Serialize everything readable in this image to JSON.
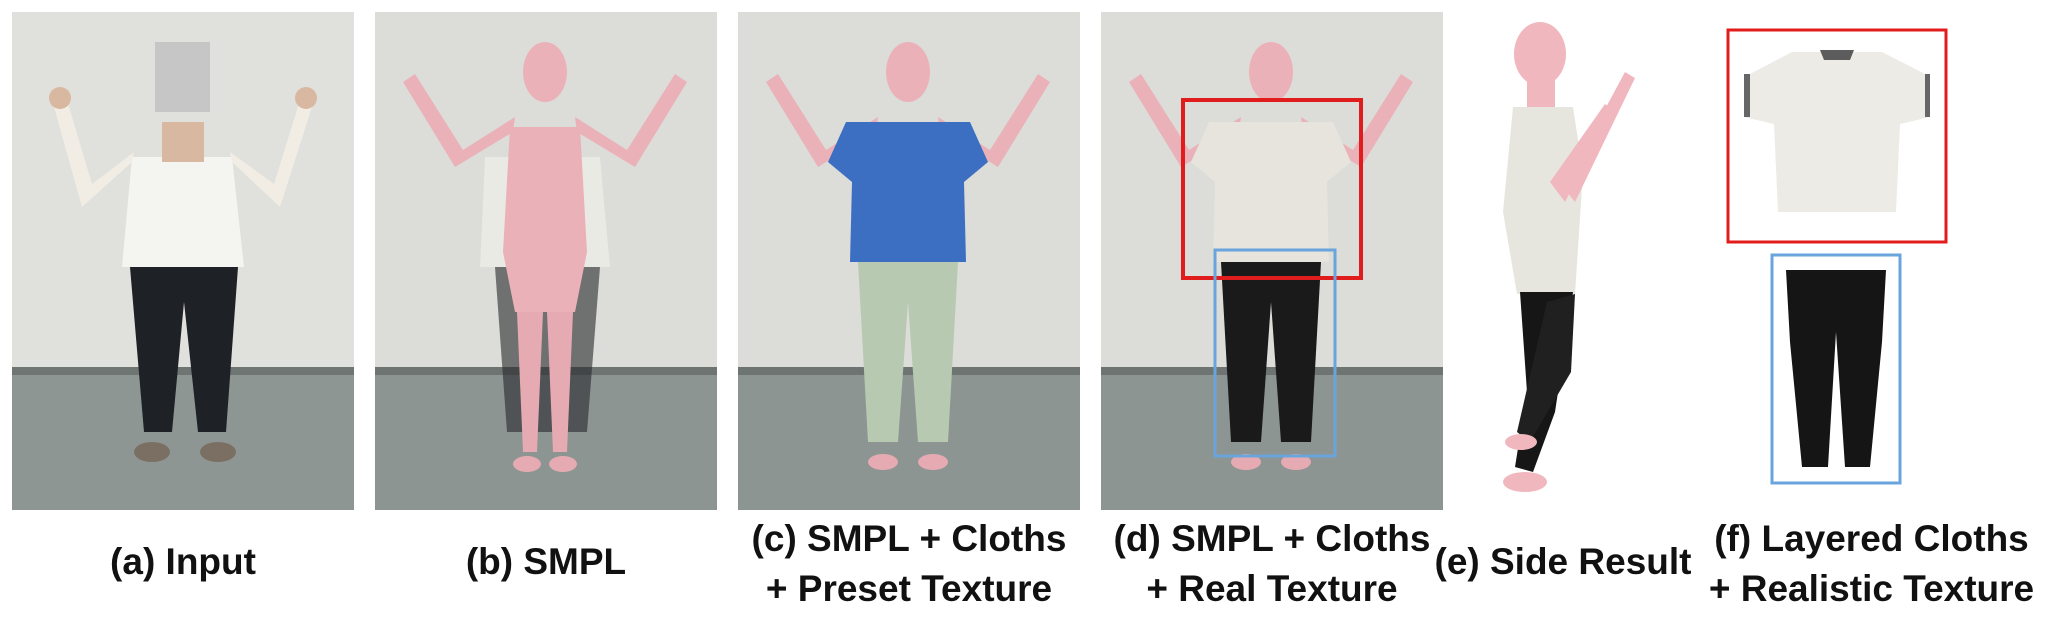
{
  "figure": {
    "panels": [
      {
        "id": "a",
        "caption": [
          "(a) Input"
        ]
      },
      {
        "id": "b",
        "caption": [
          "(b) SMPL"
        ]
      },
      {
        "id": "c",
        "caption": [
          "(c) SMPL + Cloths",
          "+ Preset Texture"
        ]
      },
      {
        "id": "d",
        "caption": [
          "(d) SMPL + Cloths",
          "+ Real Texture"
        ]
      },
      {
        "id": "e",
        "caption": [
          "(e) Side Result"
        ]
      },
      {
        "id": "f",
        "caption": [
          "(f) Layered Cloths",
          "+ Realistic Texture"
        ]
      }
    ],
    "colors": {
      "wall": "#d7d7d3",
      "floor": "#8e9694",
      "skin_model": "#eab2b8",
      "preset_shirt": "#3c6fc2",
      "preset_pants": "#b8c9b2",
      "real_shirt": "#e9e7e0",
      "real_pants": "#1a1a1a",
      "red_box": "#e01c1c",
      "blue_box": "#6aa4dc"
    }
  }
}
